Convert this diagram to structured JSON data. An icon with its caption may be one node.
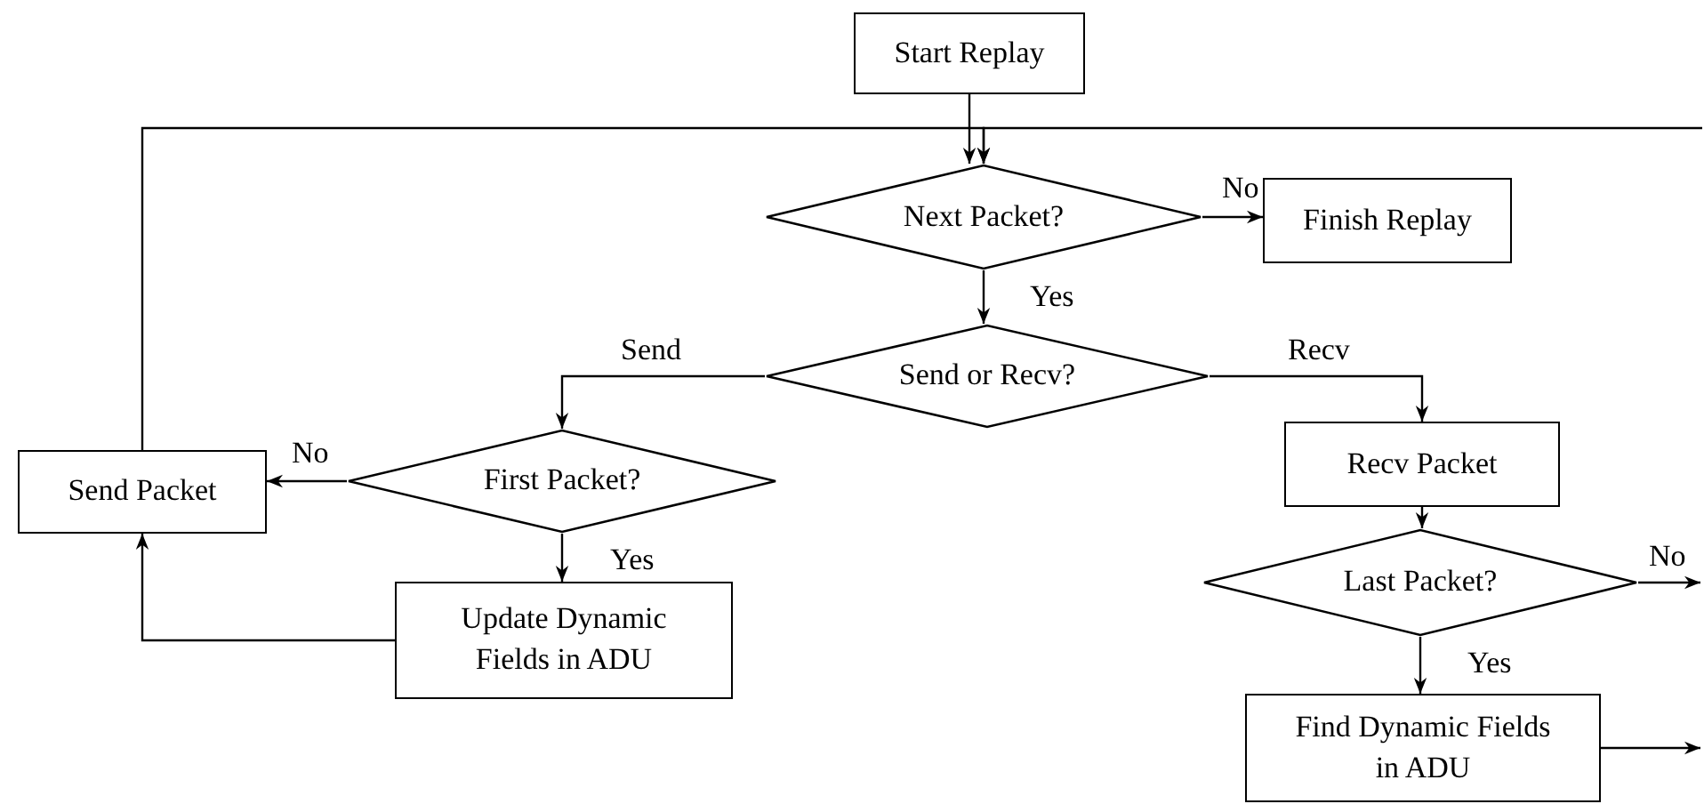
{
  "diagram": {
    "nodes": [
      {
        "text": [
          "Start Replay"
        ]
      },
      {
        "text": [
          "Next Packet?"
        ]
      },
      {
        "text": [
          "Finish Replay"
        ]
      },
      {
        "text": [
          "Send or Recv?"
        ]
      },
      {
        "text": [
          "First Packet?"
        ]
      },
      {
        "text": [
          "Send Packet"
        ]
      },
      {
        "text": [
          "Recv Packet"
        ]
      },
      {
        "text": [
          "Update Dynamic Fields in ADU"
        ]
      },
      {
        "text": [
          "Last Packet?"
        ]
      },
      {
        "text": [
          "Find Dynamic Fields in ADU"
        ]
      }
    ],
    "edges": [
      {
        "from": 0,
        "to": 1,
        "arrow": "to"
      },
      {
        "from": 1,
        "to": 2,
        "arrow": "to",
        "label": "No"
      },
      {
        "from": 1,
        "to": 3,
        "arrow": "to",
        "label": "Yes"
      },
      {
        "from": 3,
        "to": 4,
        "arrow": "to",
        "label": "Send"
      },
      {
        "from": 3,
        "to": 6,
        "arrow": "to",
        "label": "Recv"
      },
      {
        "from": 4,
        "to": 5,
        "arrow": "to",
        "label": "No"
      },
      {
        "from": 4,
        "to": 7,
        "arrow": "to",
        "label": "Yes"
      },
      {
        "from": 7,
        "to": 5,
        "arrow": "to"
      },
      {
        "from": 5,
        "to": 1,
        "arrow": "to"
      },
      {
        "from": null,
        "to": 1,
        "arrow": "to"
      },
      {
        "from": 6,
        "to": 8,
        "arrow": "to"
      },
      {
        "from": 8,
        "to": 9,
        "arrow": "to",
        "label": "Yes"
      },
      {
        "from": 8,
        "to": null,
        "arrow": "to",
        "label": "No"
      },
      {
        "from": 9,
        "to": null,
        "arrow": "to"
      }
    ]
  }
}
